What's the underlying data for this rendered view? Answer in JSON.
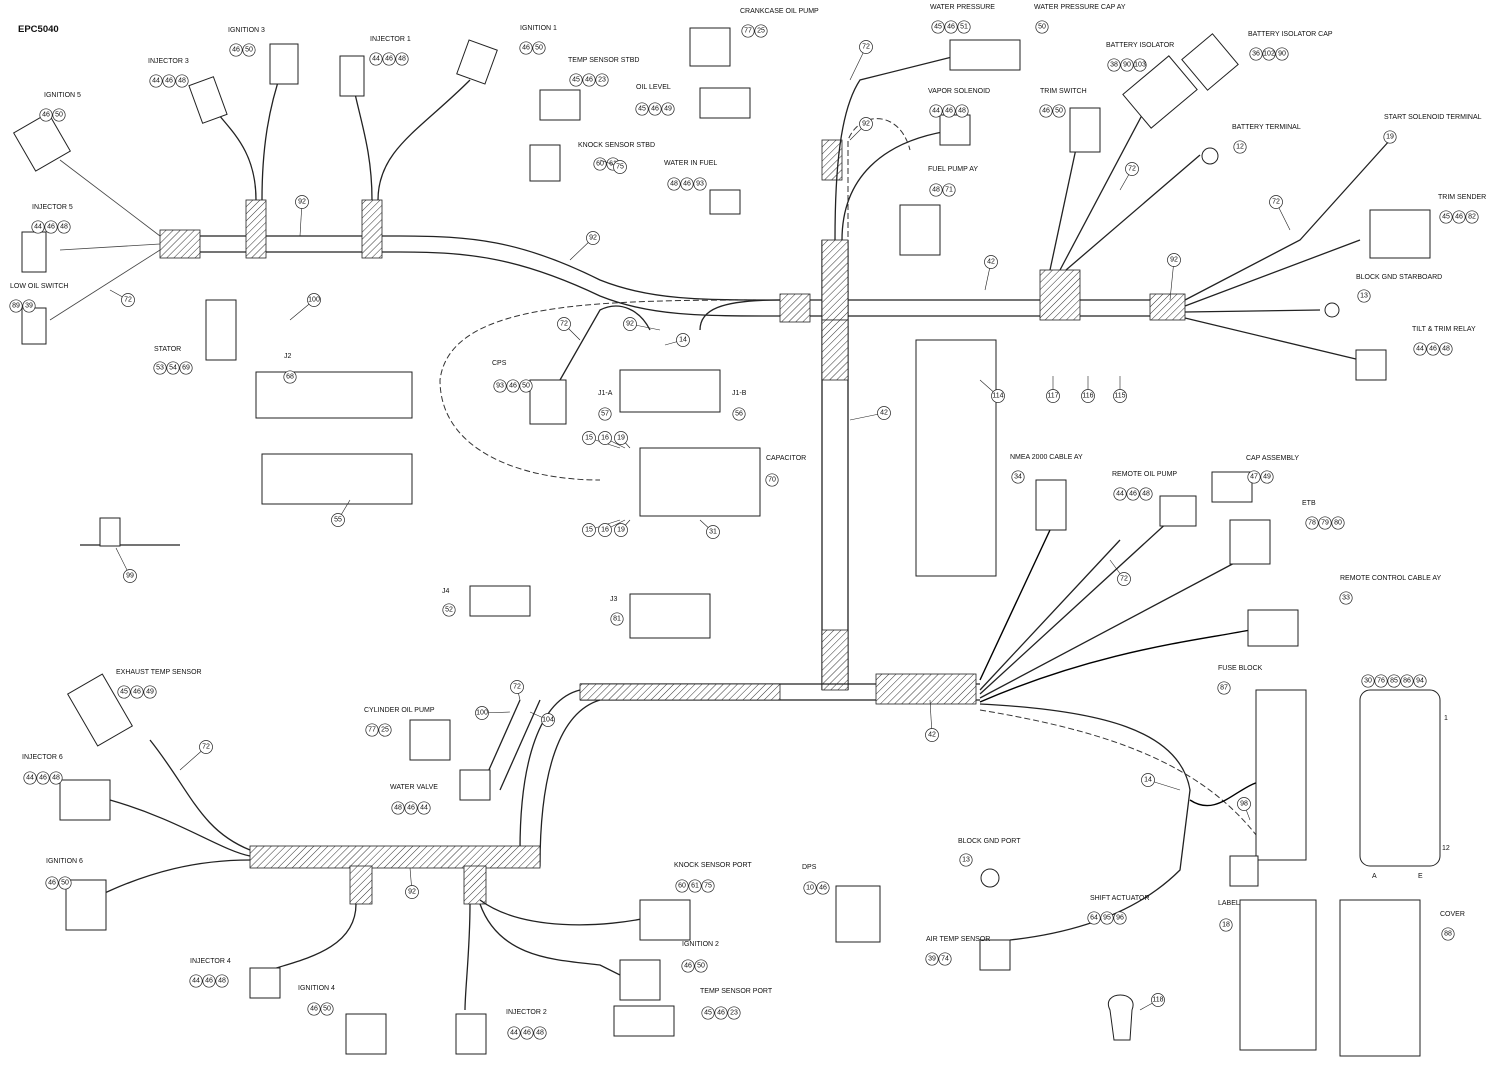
{
  "drawing_code": "EPC5040",
  "components": [
    {
      "label": "IGNITION 3",
      "refs": [
        "46",
        "50"
      ]
    },
    {
      "label": "INJECTOR 1",
      "refs": [
        "44",
        "46",
        "48"
      ]
    },
    {
      "label": "IGNITION 1",
      "refs": [
        "46",
        "50"
      ]
    },
    {
      "label": "CRANKCASE OIL PUMP",
      "refs": [
        "77",
        "25"
      ]
    },
    {
      "label": "WATER PRESSURE",
      "refs": [
        "45",
        "46",
        "51"
      ]
    },
    {
      "label": "WATER PRESSURE CAP AY",
      "refs": [
        "50"
      ]
    },
    {
      "label": "INJECTOR 3",
      "refs": [
        "44",
        "46",
        "48"
      ]
    },
    {
      "label": "TEMP SENSOR STBD",
      "refs": [
        "45",
        "46",
        "23"
      ]
    },
    {
      "label": "BATTERY ISOLATOR",
      "refs": [
        "38",
        "90",
        "103"
      ]
    },
    {
      "label": "BATTERY ISOLATOR CAP",
      "refs": [
        "36",
        "102",
        "90"
      ]
    },
    {
      "label": "IGNITION 5",
      "refs": [
        "46",
        "50"
      ]
    },
    {
      "label": "OIL LEVEL",
      "refs": [
        "45",
        "46",
        "49"
      ]
    },
    {
      "label": "VAPOR SOLENOID",
      "refs": [
        "44",
        "46",
        "48"
      ]
    },
    {
      "label": "TRIM SWITCH",
      "refs": [
        "46",
        "50"
      ]
    },
    {
      "label": "START SOLENOID TERMINAL",
      "refs": [
        "19"
      ]
    },
    {
      "label": "BATTERY TERMINAL",
      "refs": [
        "12"
      ]
    },
    {
      "label": "KNOCK SENSOR STBD",
      "refs": [
        "60",
        "61"
      ]
    },
    {
      "label": "WATER IN FUEL",
      "refs": [
        "48",
        "46",
        "93"
      ]
    },
    {
      "label": "FUEL PUMP AY",
      "refs": [
        "48",
        "71"
      ]
    },
    {
      "label": "INJECTOR 5",
      "refs": [
        "44",
        "46",
        "48"
      ]
    },
    {
      "label": "TRIM SENDER",
      "refs": [
        "45",
        "46",
        "82"
      ]
    },
    {
      "label": "LOW OIL SWITCH",
      "refs": [
        "89",
        "39"
      ]
    },
    {
      "label": "BLOCK GND STARBOARD",
      "refs": [
        "13"
      ]
    },
    {
      "label": "STATOR",
      "refs": [
        "53",
        "54",
        "69"
      ]
    },
    {
      "label": "TILT & TRIM RELAY",
      "refs": [
        "44",
        "46",
        "48"
      ]
    },
    {
      "label": "J2",
      "refs": [
        "68"
      ]
    },
    {
      "label": "CPS",
      "refs": [
        "93",
        "46",
        "50"
      ]
    },
    {
      "label": "J1-A",
      "refs": [
        "57"
      ]
    },
    {
      "label": "J1-B",
      "refs": [
        "56"
      ]
    },
    {
      "label": "CAPACITOR",
      "refs": [
        "70"
      ]
    },
    {
      "label": "NMEA 2000 CABLE AY",
      "refs": [
        "34"
      ]
    },
    {
      "label": "REMOTE OIL PUMP",
      "refs": [
        "44",
        "46",
        "48"
      ]
    },
    {
      "label": "CAP ASSEMBLY",
      "refs": [
        "47",
        "49"
      ]
    },
    {
      "label": "ETB",
      "refs": [
        "78",
        "79",
        "80"
      ]
    },
    {
      "label": "REMOTE CONTROL CABLE AY",
      "refs": [
        "33"
      ]
    },
    {
      "label": "J4",
      "refs": [
        "52"
      ]
    },
    {
      "label": "J3",
      "refs": [
        "81"
      ]
    },
    {
      "label": "EXHAUST TEMP SENSOR",
      "refs": [
        "45",
        "46",
        "49"
      ]
    },
    {
      "label": "FUSE BLOCK",
      "refs": [
        "87"
      ]
    },
    {
      "label": "CYLINDER OIL PUMP",
      "refs": [
        "77",
        "25"
      ]
    },
    {
      "label": "INJECTOR 6",
      "refs": [
        "44",
        "46",
        "48"
      ]
    },
    {
      "label": "WATER VALVE",
      "refs": [
        "48",
        "46",
        "44"
      ]
    },
    {
      "label": "IGNITION 6",
      "refs": [
        "46",
        "50"
      ]
    },
    {
      "label": "BLOCK GND PORT",
      "refs": [
        "13"
      ]
    },
    {
      "label": "KNOCK SENSOR PORT",
      "refs": [
        "60",
        "61",
        "75"
      ]
    },
    {
      "label": "DPS",
      "refs": [
        "10",
        "46"
      ]
    },
    {
      "label": "SHIFT ACTUATOR",
      "refs": [
        "64",
        "95",
        "96"
      ]
    },
    {
      "label": "IGNITION 2",
      "refs": [
        "46",
        "50"
      ]
    },
    {
      "label": "LABEL",
      "refs": [
        "18"
      ]
    },
    {
      "label": "COVER",
      "refs": [
        "88"
      ]
    },
    {
      "label": "AIR TEMP SENSOR",
      "refs": [
        "39",
        "74"
      ]
    },
    {
      "label": "INJECTOR 4",
      "refs": [
        "44",
        "46",
        "48"
      ]
    },
    {
      "label": "TEMP SENSOR PORT",
      "refs": [
        "45",
        "46",
        "23"
      ]
    },
    {
      "label": "IGNITION 4",
      "refs": [
        "46",
        "50"
      ]
    },
    {
      "label": "INJECTOR 2",
      "refs": [
        "44",
        "46",
        "48"
      ]
    },
    {
      "label": "",
      "refs": [
        "30",
        "76",
        "85",
        "86",
        "94"
      ]
    }
  ],
  "callouts": [
    "92",
    "92",
    "92",
    "92",
    "92",
    "92",
    "72",
    "72",
    "72",
    "72",
    "72",
    "72",
    "72",
    "72",
    "75",
    "100",
    "14",
    "14",
    "42",
    "42",
    "42",
    "15",
    "16",
    "19",
    "15",
    "16",
    "19",
    "31",
    "55",
    "99",
    "114",
    "117",
    "116",
    "115",
    "98",
    "104",
    "100",
    "118"
  ],
  "connector_markings": [
    "1",
    "12",
    "A",
    "E"
  ]
}
